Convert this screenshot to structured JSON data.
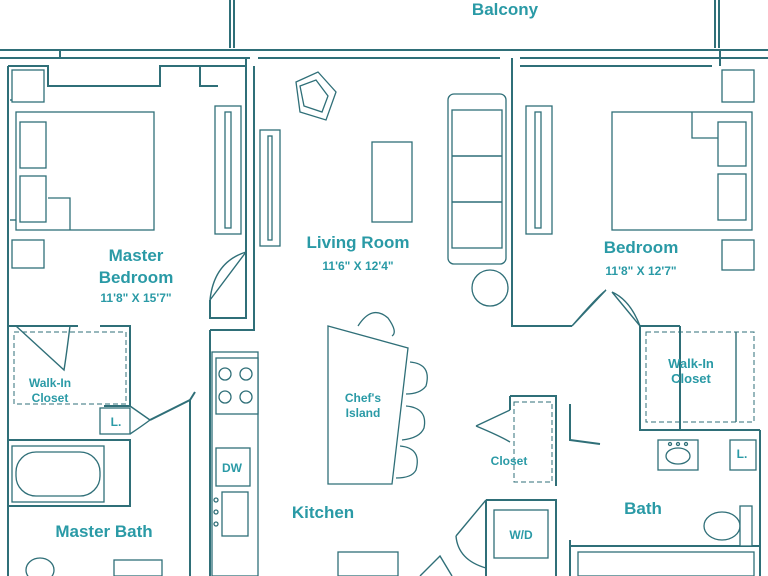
{
  "rooms": {
    "balcony": "Balcony",
    "master_bedroom_line1": "Master",
    "master_bedroom_line2": "Bedroom",
    "master_bedroom_dim": "11'8\" X 15'7\"",
    "living_room": "Living Room",
    "living_room_dim": "11'6\" X 12'4\"",
    "bedroom": "Bedroom",
    "bedroom_dim": "11'8\" X 12'7\"",
    "walkin_closet_master_line1": "Walk-In",
    "walkin_closet_master_line2": "Closet",
    "walkin_closet_bedroom_line1": "Walk-In",
    "walkin_closet_bedroom_line2": "Closet",
    "chefs_island_line1": "Chef's",
    "chefs_island_line2": "Island",
    "kitchen": "Kitchen",
    "closet": "Closet",
    "master_bath": "Master Bath",
    "bath": "Bath"
  },
  "fixtures": {
    "dishwasher": "DW",
    "washer_dryer": "W/D",
    "linen_master": "L.",
    "linen_bath": "L."
  },
  "colors": {
    "wall": "#2f6f78",
    "label": "#2a9aa6",
    "background": "#ffffff"
  }
}
